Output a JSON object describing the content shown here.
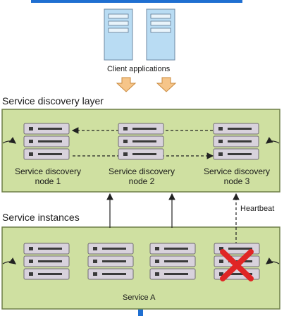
{
  "client": {
    "label": "Client applications"
  },
  "discovery_layer": {
    "title": "Service discovery layer",
    "nodes": [
      {
        "line1": "Service discovery",
        "line2": "node 1"
      },
      {
        "line1": "Service discovery",
        "line2": "node 2"
      },
      {
        "line1": "Service discovery",
        "line2": "node 3"
      }
    ]
  },
  "instances": {
    "title": "Service instances",
    "heartbeat": "Heartbeat",
    "service_label": "Service A"
  },
  "colors": {
    "panel_fill": "#cfe0a1",
    "panel_border": "#6e7f48",
    "server_fill": "#d8d2dc",
    "server_border": "#6f6a73",
    "client_server_fill": "#b9dcf3",
    "arrow_orange": "#f6c589",
    "failure_red": "#e02525"
  },
  "icons": {
    "client_server": "server-tower-icon",
    "server_stack": "server-rack-icon",
    "failed": "red-x-icon"
  }
}
